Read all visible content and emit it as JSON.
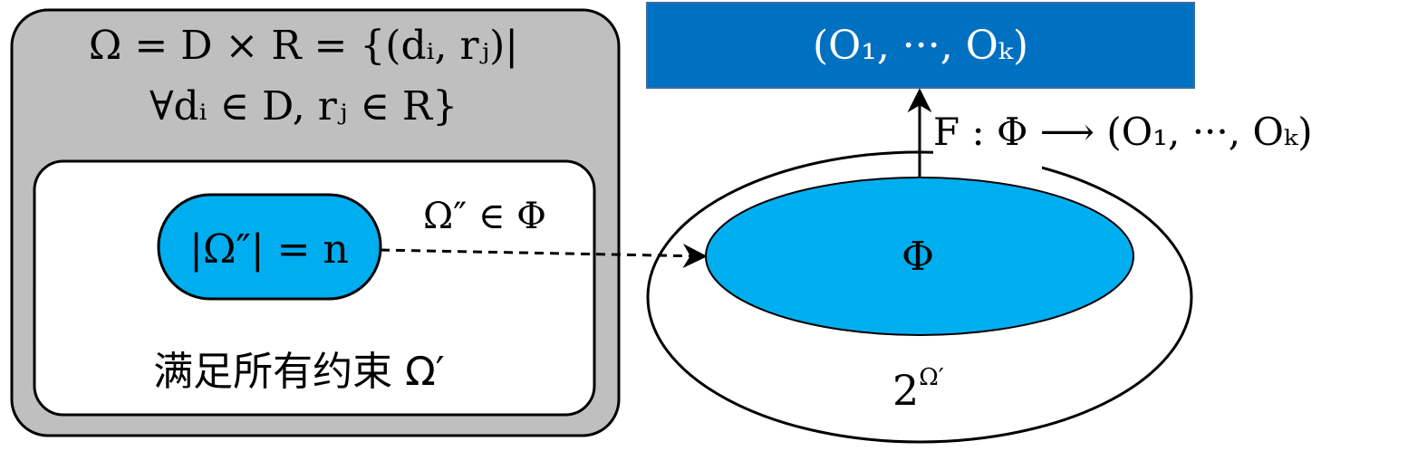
{
  "colors": {
    "outer_box_fill": "#bfbfbf",
    "inner_box_fill": "#ffffff",
    "accent_blue": "#00aeef",
    "output_box_fill": "#0070c0",
    "stroke": "#000000"
  },
  "omega_definition": {
    "line1": "Ω = D × R = {(dᵢ, rⱼ)|",
    "line2": "∀dᵢ ∈ D, rⱼ ∈ R}"
  },
  "constraint_region": {
    "label": "满足所有约束 Ω′"
  },
  "subset_pill": {
    "label": "|Ω″| = n"
  },
  "membership_label": "Ω″ ∈ Φ",
  "phi_ellipse": {
    "label": "Φ"
  },
  "powerset": {
    "base": "2",
    "exponent": "Ω′"
  },
  "mapping_label": "F : Φ ⟶  (O₁, ···, Oₖ)",
  "output_box": {
    "label": "(O₁, ···, Oₖ)"
  }
}
